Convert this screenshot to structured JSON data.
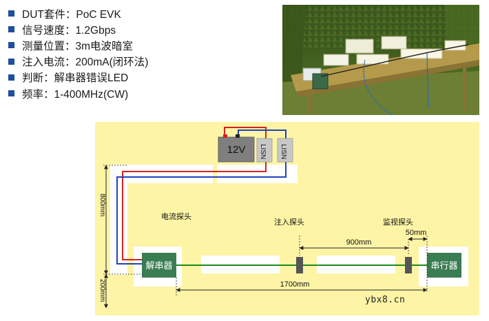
{
  "specs": [
    "DUT套件：PoC EVK",
    "信号速度：1.2Gbps",
    "测量位置：3m电波暗室",
    "注入电流：200mA(闭环法)",
    "判断：解串器错误LED",
    "频率：1-400MHz(CW)"
  ],
  "diagram": {
    "battery_label": "12V",
    "lisn_label_1": "LISN",
    "lisn_label_2": "LISN",
    "deserializer_label": "解串器",
    "serializer_label": "串行器",
    "current_probe_label": "电流探头",
    "injection_probe_label": "注入探头",
    "monitor_probe_label": "监视探头",
    "dim_900": "900mm",
    "dim_50": "50mm",
    "dim_1700": "1700mm",
    "dim_800": "800mm",
    "dim_200": "200mm"
  },
  "watermark": "ybx8.cn",
  "colors": {
    "bullet": "#1f4e9c",
    "plane": "#fdf4a6",
    "module": "#3a7d52",
    "cable": "#1a8a1a",
    "wire_red": "#d62020",
    "wire_blue": "#2040c0"
  }
}
